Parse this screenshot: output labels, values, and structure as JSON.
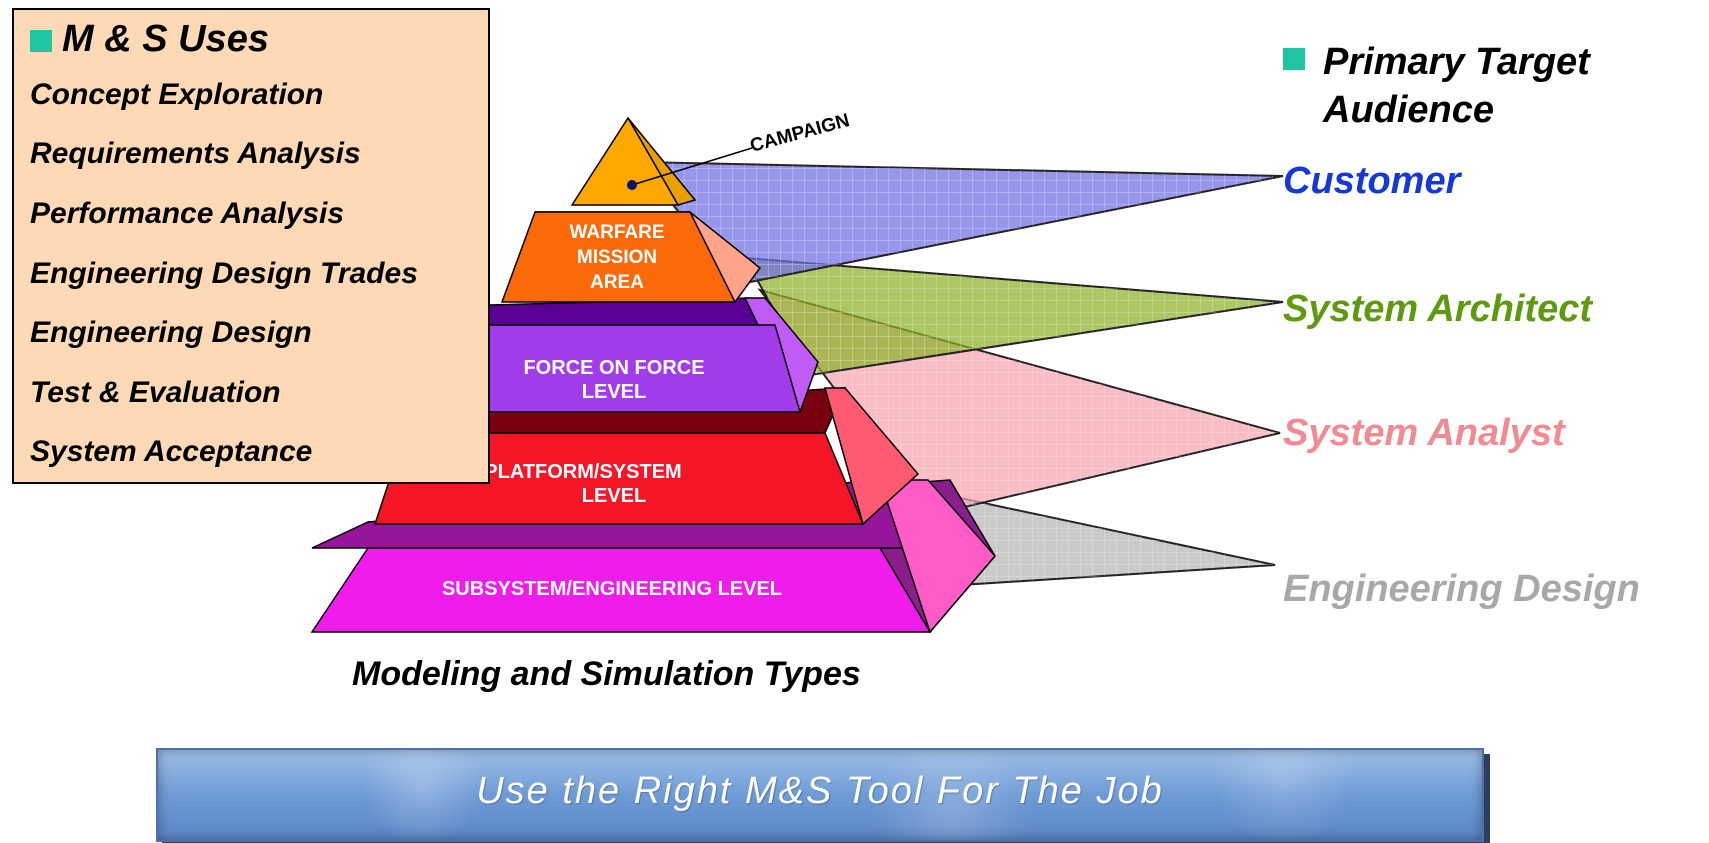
{
  "uses": {
    "title": "M & S Uses",
    "items": [
      "Concept Exploration",
      "Requirements Analysis",
      "Performance Analysis",
      "Engineering Design Trades",
      "Engineering Design",
      "Test & Evaluation",
      "System Acceptance"
    ]
  },
  "target": {
    "title_line1": "Primary Target",
    "title_line2": "Audience"
  },
  "audiences": [
    {
      "label": "Customer",
      "color": "#1538D6"
    },
    {
      "label": "System Architect",
      "color": "#5E9A0E"
    },
    {
      "label": "System Analyst",
      "color": "#F28A94"
    },
    {
      "label": "Engineering Design",
      "color": "#A8A8A8"
    }
  ],
  "pyramid": {
    "campaign": "CAMPAIGN",
    "warfare_1": "WARFARE",
    "warfare_2": "MISSION",
    "warfare_3": "AREA",
    "force_1": "FORCE ON FORCE",
    "force_2": "LEVEL",
    "platform_1": "PLATFORM/SYSTEM",
    "platform_2": "LEVEL",
    "subsystem": "SUBSYSTEM/ENGINEERING LEVEL"
  },
  "types_title": "Modeling and Simulation Types",
  "banner": "Use the Right M&S Tool For The Job"
}
